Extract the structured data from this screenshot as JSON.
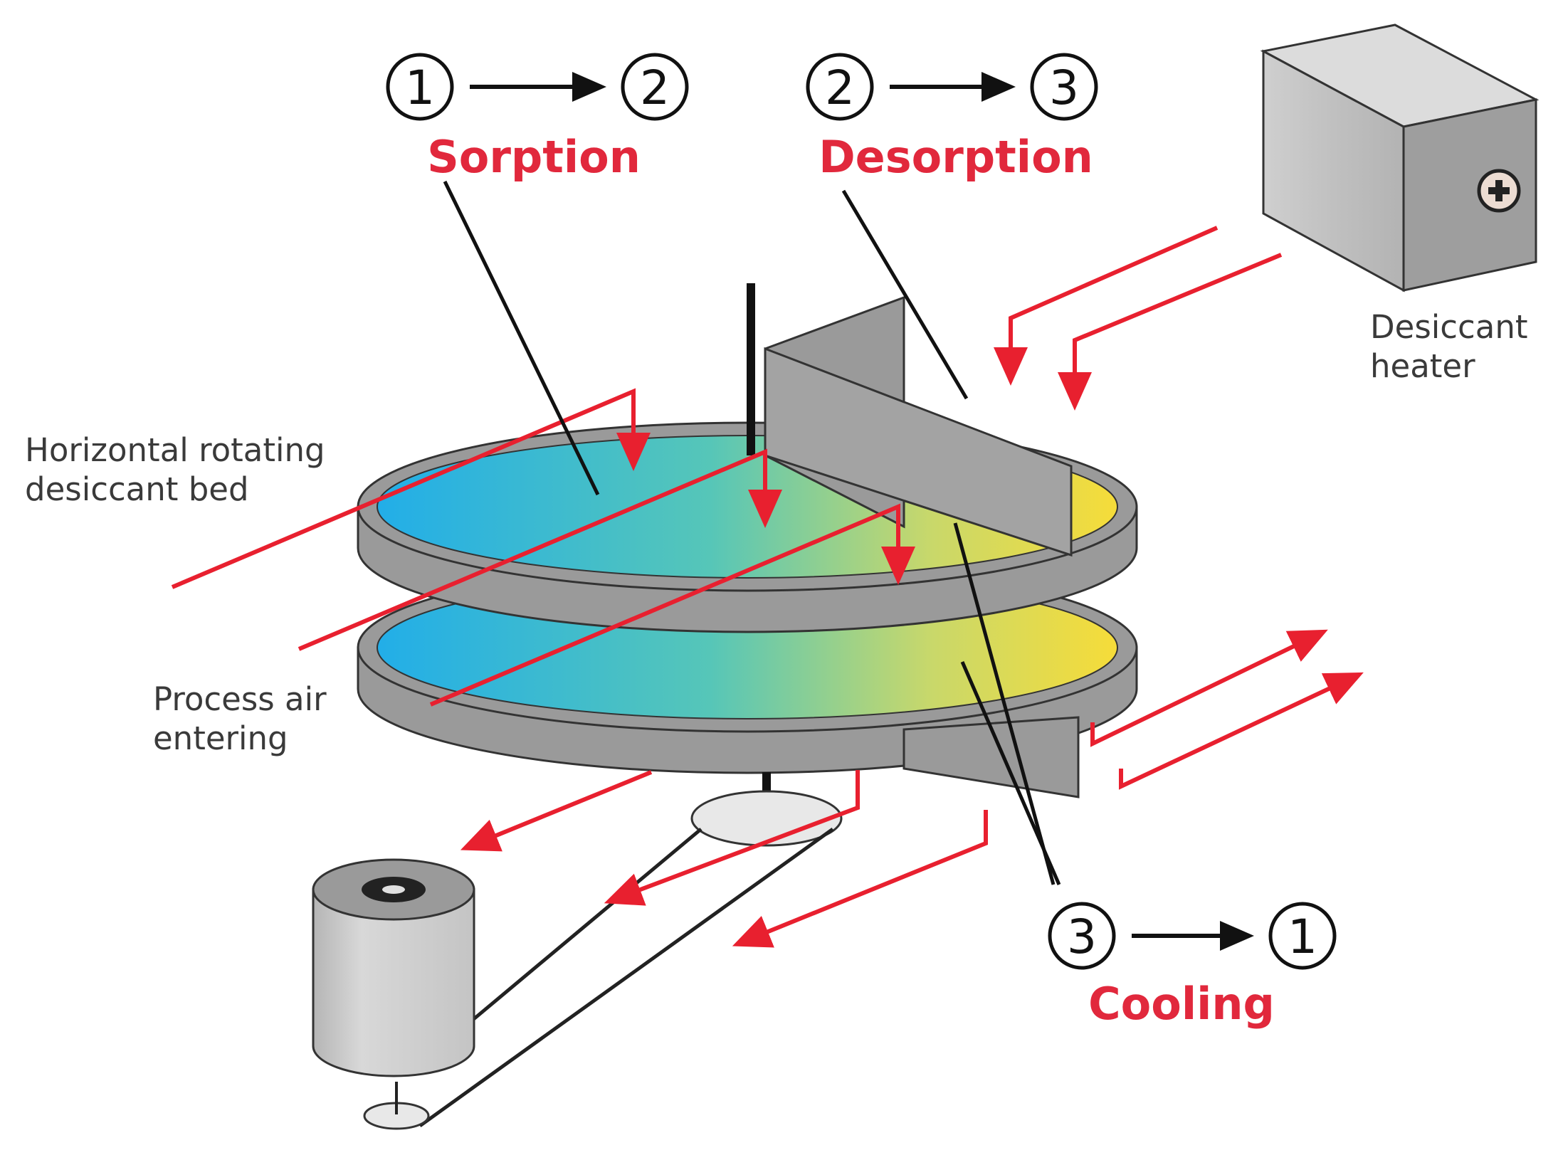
{
  "sequences": {
    "sorption": {
      "from": "1",
      "to": "2",
      "label": "Sorption"
    },
    "desorption": {
      "from": "2",
      "to": "3",
      "label": "Desorption"
    },
    "cooling": {
      "from": "3",
      "to": "1",
      "label": "Cooling"
    }
  },
  "labels": {
    "bed_line1": "Horizontal rotating",
    "bed_line2": "desiccant bed",
    "air_line1": "Process air",
    "air_line2": "entering",
    "heater_line1": "Desiccant",
    "heater_line2": "heater"
  },
  "heater_symbol": "plus-icon",
  "colors": {
    "phase_text": "#e1283c",
    "arrow": "#e8202f",
    "wheel_frame": "#9a9a9a",
    "bed_wet": "#2fb6ea",
    "bed_dry": "#f5dd3c"
  }
}
